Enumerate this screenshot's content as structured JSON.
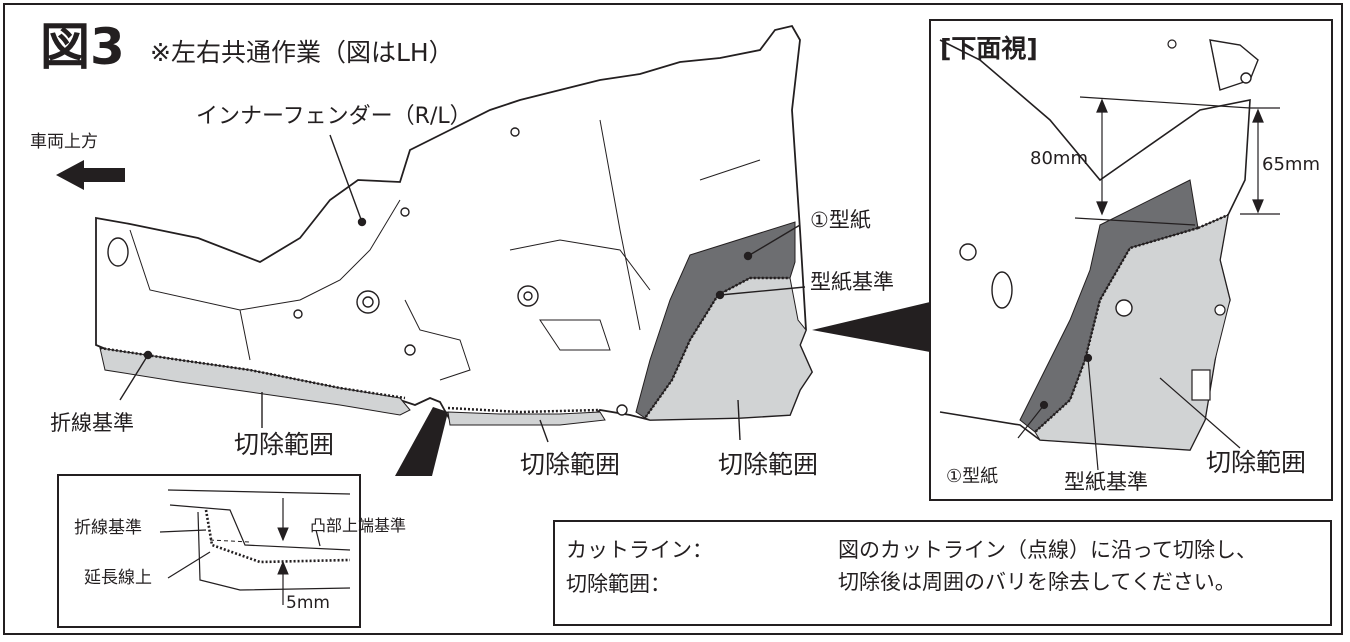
{
  "figure": {
    "number": "図3",
    "subtitle": "※左右共通作業（図はLH）"
  },
  "labels": {
    "inner_fender": "インナーフェンダー（R/L）",
    "vehicle_up": "車両上方",
    "template": "①型紙",
    "template_ref": "型紙基準",
    "fold_ref": "折線基準",
    "cut_area": "切除範囲"
  },
  "bottom_view": {
    "title": "[下面視]",
    "dim_80": "80mm",
    "dim_65": "65mm",
    "template": "①型紙",
    "template_ref": "型紙基準",
    "cut_area": "切除範囲"
  },
  "detail": {
    "fold_ref": "折線基準",
    "extension": "延長線上",
    "convex_top": "凸部上端基準",
    "dim_5": "5mm"
  },
  "legend": {
    "cut_line": "カットライン：",
    "cut_area": "切除範囲：",
    "note_line1": "図のカットライン（点線）に沿って切除し、",
    "note_line2": "切除後は周囲のバリを除去してください。"
  },
  "colors": {
    "template_fill": "#6d6e71",
    "cut_fill": "#d1d3d4",
    "line": "#231f20"
  }
}
